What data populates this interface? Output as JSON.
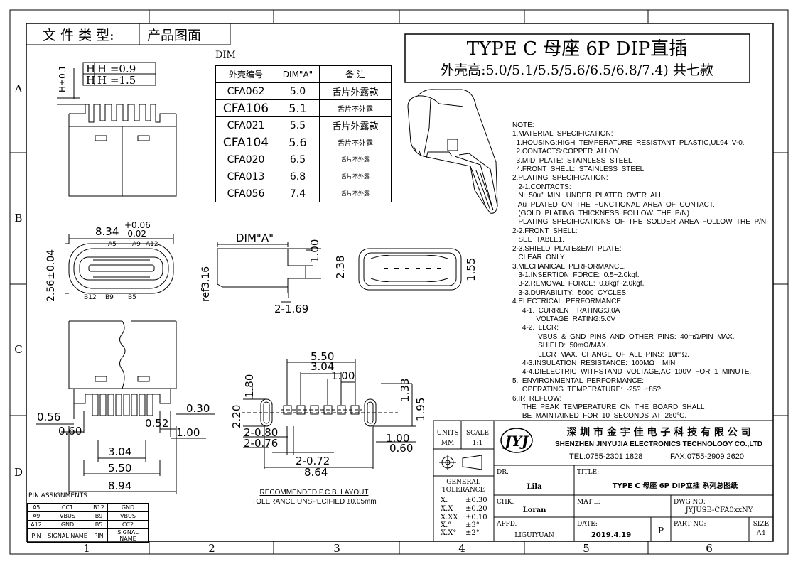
{
  "doc_type_label": "文 件 类 型:",
  "doc_type_value": "产品图面",
  "title_main": "TYPE C 母座 6P DIP直插",
  "title_sub": "外壳高:5.0/5.1/5.5/5.6/6.5/6.8/7.4) 共七款",
  "grid_cols": [
    "1",
    "2",
    "3",
    "4",
    "5",
    "6"
  ],
  "grid_rows": [
    "A",
    "B",
    "C",
    "D"
  ],
  "h_table": {
    "row1_h": "H",
    "row1_eq": "H =0.9",
    "row2_h": "H",
    "row2_eq": "H =1.5"
  },
  "dim_table": {
    "label": "DIM",
    "headers": [
      "外壳编号",
      "DIM\"A\"",
      "备 注"
    ],
    "rows": [
      {
        "code": "CFA062",
        "val": "5.0",
        "note": "舌片外露款"
      },
      {
        "code": "CFA106",
        "val": "5.1",
        "note": "舌片不外露"
      },
      {
        "code": "CFA021",
        "val": "5.5",
        "note": "舌片外露款"
      },
      {
        "code": "CFA104",
        "val": "5.6",
        "note": "舌片不外露"
      },
      {
        "code": "CFA020",
        "val": "6.5",
        "note": "舌片不外露"
      },
      {
        "code": "CFA013",
        "val": "6.8",
        "note": "舌片不外露"
      },
      {
        "code": "CFA056",
        "val": "7.4",
        "note": "舌片不外露"
      }
    ]
  },
  "dims": {
    "h_tol": "H±0.1",
    "width_top": "8.34",
    "width_tol_plus": "+0.06",
    "width_tol_minus": "-0.02",
    "height_front": "2.56±0.04",
    "pin_a5": "A5",
    "pin_a9": "A9",
    "pin_a12": "A12",
    "pin_b12": "B12",
    "pin_b9": "B9",
    "pin_b5": "B5",
    "dim_a": "DIM\"A\"",
    "ref": "ref3.16",
    "d100": "1.00",
    "d238": "2.38",
    "d169": "2-1.69",
    "d155": "1.55",
    "d056": "0.56",
    "d060": "0.60",
    "d030": "0.30",
    "d052": "0.52",
    "d100b": "1.00",
    "d304": "3.04",
    "d550": "5.50",
    "d894": "8.94",
    "p550": "5.50",
    "p304": "3.04",
    "p100": "1.00",
    "p180": "1.80",
    "p220": "2.20",
    "p133": "1.33",
    "p195": "1.95",
    "p280": "2-0.80",
    "p276": "2-0.76",
    "p100r": "1.00",
    "p060": "0.60",
    "p272": "2-0.72",
    "p864": "8.64"
  },
  "pcb_caption": "RECOMMENDED  P.C.B. LAYOUT",
  "pcb_tolerance": "TOLERANCE UNSPECIFIED ±0.05mm",
  "pin_table": {
    "title": "PIN ASSIGNMENTS",
    "rows": [
      [
        "A5",
        "CC1",
        "B12",
        "GND"
      ],
      [
        "A9",
        "VBUS",
        "B9",
        "VBUS"
      ],
      [
        "A12",
        "GND",
        "B5",
        "CC2"
      ],
      [
        "PIN",
        "SIGNAL NAME",
        "PIN",
        "SIGNAL NAME"
      ]
    ]
  },
  "notes": "NOTE:\n1.MATERIAL  SPECIFICATION:\n  1.HOUSING:HIGH  TEMPERATURE  RESISTANT  PLASTIC,UL94  V-0.\n  2.CONTACTS:COPPER  ALLOY\n  3.MID  PLATE:  STAINLESS  STEEL\n  4.FRONT  SHELL:  STAINLESS  STEEL\n2.PLATING  SPECIFICATION:\n   2-1.CONTACTS:\n   Ni  50u\"  MIN.  UNDER  PLATED  OVER  ALL.\n   Au  PLATED  ON  THE  FUNCTIONAL  AREA  OF  CONTACT.\n   (GOLD  PLATING  THICKNESS  FOLLOW  THE  P/N)\n   PLATING  SPECIFICATIONS  OF  THE  SOLDER  AREA  FOLLOW  THE  P/N\n2-2.FRONT  SHELL:\n   SEE  TABLE1.\n2-3.SHIELD  PLATE&EMI  PLATE:\n   CLEAR  ONLY\n3.MECHANICAL  PERFORMANCE.\n   3-1.INSERTION  FORCE:  0.5~2.0kgf.\n   3-2.REMOVAL  FORCE:  0.8kgf~2.0kgf.\n   3-3.DURABILITY:  5000  CYCLES.\n4.ELECTRICAL  PERFORMANCE.\n     4-1.  CURRENT  RATING:3.0A\n            VOLTAGE  RATING:5.0V\n     4-2.  LLCR:\n             VBUS  &  GND  PINS  AND  OTHER  PINS:  40mΩ/PIN  MAX.\n             SHIELD:  50mΩ/MAX.\n             LLCR  MAX.  CHANGE  OF  ALL  PINS:  10mΩ.\n     4-3.INSULATION  RESISTANCE:  100MΩ    MIN\n     4-4.DIELECTRIC  WITHSTAND  VOLTAGE,AC  100V  FOR  1  MINUTE.\n5.  ENVIRONMENTAL  PERFORMANCE:\n     OPERATING  TEMPERATURE:  -25?~+85?.\n6.IR  REFLOW:\n     THE  PEAK  TEMPERATURE  ON  THE  BOARD  SHALL\n     BE  MAINTAINED  FOR  10  SECONDS  AT  260°C.",
  "title_block": {
    "units_label": "UNITS",
    "units_value": "MM",
    "scale_label": "SCALE",
    "scale_value": "1:1",
    "logo": "JYJ",
    "company_cn": "深 圳 市 金 宇 佳 电 子 科 技 有 限 公 司",
    "company_en": "SHENZHEN JINYUJIA ELECTRONICS TECHNOLOGY CO.,LTD",
    "tel": "TEL:0755-2301 1828",
    "fax": "FAX:0755-2909 2620",
    "general_tolerance_1": "GENERAL",
    "general_tolerance_2": "TOLERANCE",
    "tol_rows": [
      [
        "X.",
        "±0.30"
      ],
      [
        "X.X",
        "±0.20"
      ],
      [
        "X.XX",
        "±0.10"
      ],
      [
        "X.°",
        "±3°"
      ],
      [
        "X.X°",
        "±2°"
      ]
    ],
    "dr_label": "DR.",
    "dr_value": "Lila",
    "chk_label": "CHK.",
    "chk_value": "Loran",
    "appd_label": "APPD.",
    "appd_value": "LIGUIYUAN",
    "title_label": "TITLE:",
    "title_value": "TYPE C 母座 6P DIP立插 系列总图纸",
    "mat_label": "MAT'L:",
    "dwg_label": "DWG NO:",
    "dwg_value": "JYJUSB-CFA0xxNY",
    "date_label": "DATE:",
    "date_value": "2019.4.19",
    "proj": "P",
    "part_label": "PART NO:",
    "size_label": "SIZE",
    "size_value": "A4"
  }
}
